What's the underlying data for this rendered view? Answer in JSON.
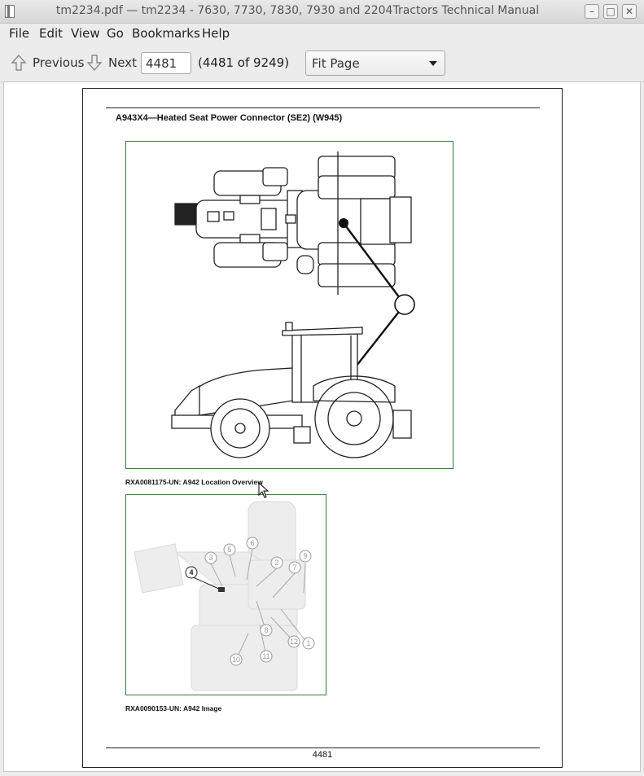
{
  "window": {
    "title": "tm2234.pdf — tm2234 - 7630, 7730, 7830, 7930 and 2204Tractors Technical Manual"
  },
  "menubar": {
    "items": [
      "File",
      "Edit",
      "View",
      "Go",
      "Bookmarks",
      "Help"
    ]
  },
  "toolbar": {
    "previous_label": "Previous",
    "next_label": "Next",
    "page_value": "4481",
    "page_count": "(4481 of 9249)",
    "zoom_value": "Fit Page"
  },
  "document": {
    "heading": "A943X4—Heated Seat Power Connector (SE2) (W945)",
    "figure1_caption": "RXA0081175-UN: A942 Location Overview",
    "figure2_caption": "RXA0090153-UN: A942 Image",
    "callouts": [
      "3",
      "5",
      "6",
      "4",
      "2",
      "7",
      "9",
      "8",
      "12",
      "1",
      "10",
      "11"
    ],
    "page_number": "4481"
  },
  "colors": {
    "figure_border": "#2e7d32"
  }
}
